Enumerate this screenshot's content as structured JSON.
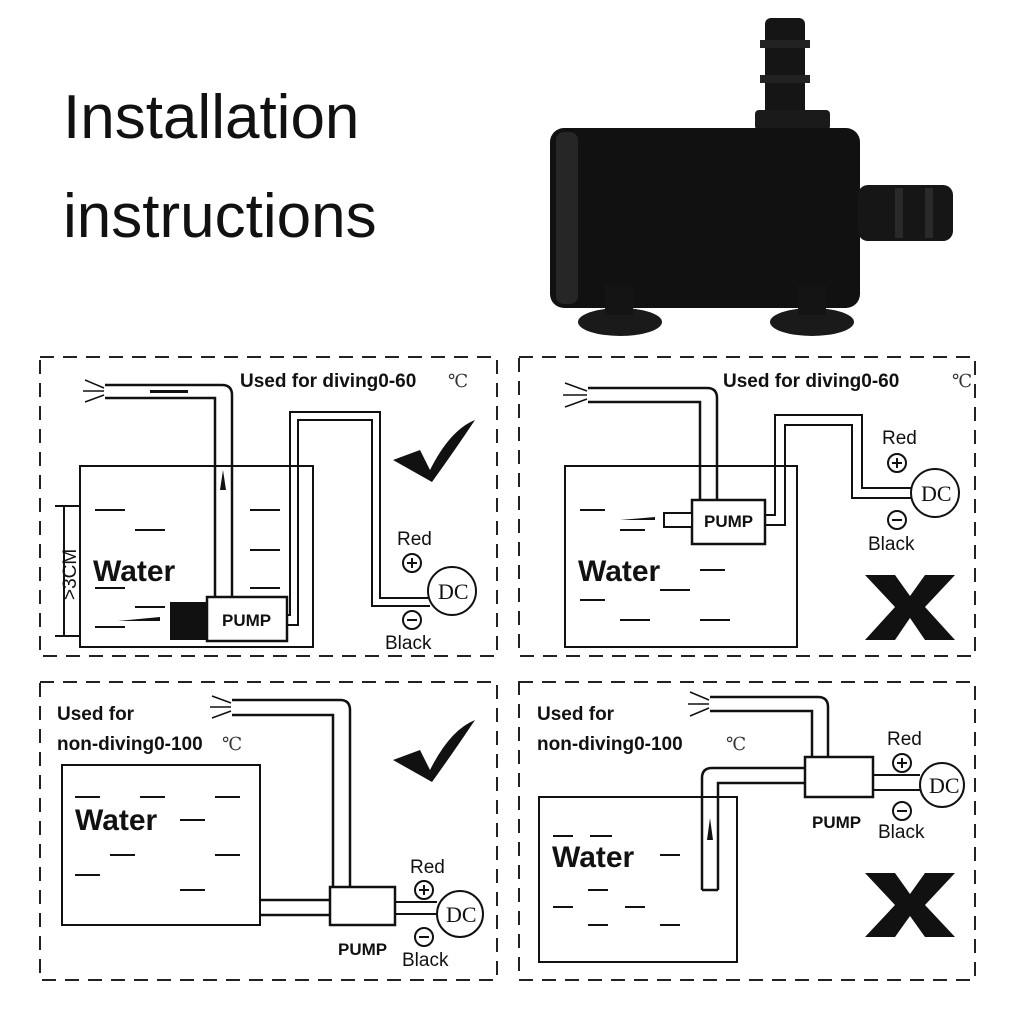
{
  "header": {
    "title_line1": "Installation",
    "title_line2": "instructions"
  },
  "panels": [
    {
      "caption": "Used for diving0-60",
      "unit": "℃",
      "water": "Water",
      "pump": "PUMP",
      "red": "Red",
      "black": "Black",
      "dc": "DC",
      "depth": ">3CM",
      "verdict": "check-icon"
    },
    {
      "caption": "Used for diving0-60",
      "unit": "℃",
      "water": "Water",
      "pump": "PUMP",
      "red": "Red",
      "black": "Black",
      "dc": "DC",
      "verdict": "x-icon"
    },
    {
      "caption_line1": "Used for",
      "caption_line2": "non-diving0-100",
      "unit": "℃",
      "water": "Water",
      "pump": "PUMP",
      "red": "Red",
      "black": "Black",
      "dc": "DC",
      "verdict": "check-icon"
    },
    {
      "caption_line1": "Used for",
      "caption_line2": "non-diving0-100",
      "unit": "℃",
      "water": "Water",
      "pump": "PUMP",
      "red": "Red",
      "black": "Black",
      "dc": "DC",
      "verdict": "x-icon"
    }
  ]
}
